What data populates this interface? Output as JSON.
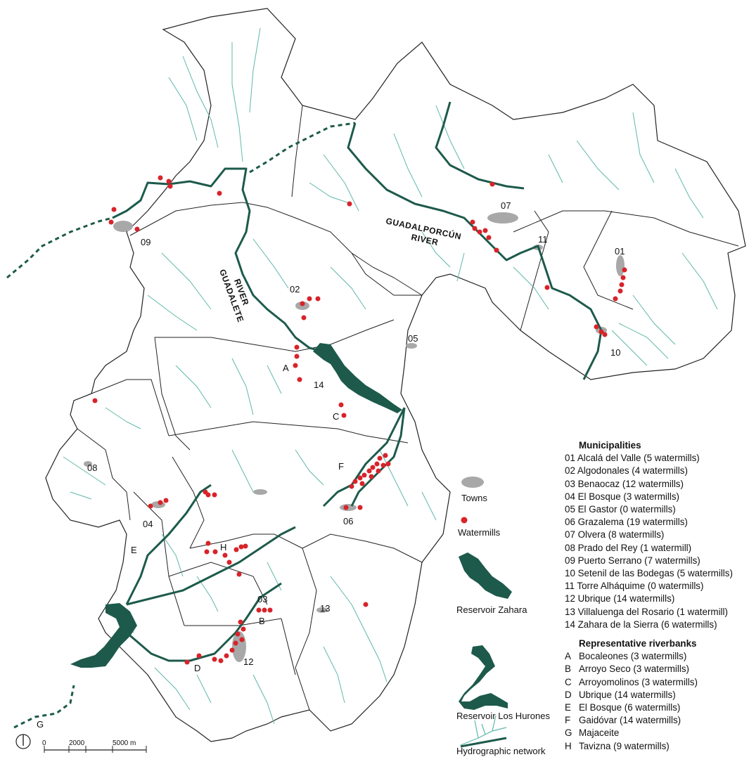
{
  "map": {
    "rivers": [
      {
        "id": "guadalporcun",
        "label_lines": [
          "GUADALPORCÚN",
          "RIVER"
        ]
      },
      {
        "id": "guadalete",
        "label_lines": [
          "GUADALETE",
          "RIVER"
        ]
      }
    ],
    "municipality_labels": [
      "09",
      "02",
      "07",
      "11",
      "01",
      "05",
      "10",
      "14",
      "08",
      "04",
      "06",
      "03",
      "13",
      "12"
    ],
    "riverbank_labels": [
      "A",
      "B",
      "C",
      "D",
      "E",
      "F",
      "G",
      "H"
    ],
    "colors": {
      "hydrography": "#5fb8aa",
      "main_river": "#1d5a4b",
      "reservoir": "#1d5a4b",
      "watermill": "#d8232a",
      "boundary": "#222222",
      "town": "#9a9a9a"
    },
    "scale_bar": {
      "ticks": [
        "0",
        "2000",
        "5000 m"
      ]
    },
    "north_arrow_icon": "north-arrow-icon"
  },
  "legend": {
    "symbols": {
      "towns": "Towns",
      "watermills": "Watermills",
      "reservoir_zahara": "Reservoir Zahara",
      "reservoir_los_hurones": "Reservoir Los Hurones",
      "hydrographic_network": "Hydrographic network"
    },
    "municipalities_title": "Municipalities",
    "municipalities": [
      "01 Alcalá del Valle (5 watermills)",
      "02 Algodonales (4 watermills)",
      "03 Benaocaz (12 watermills)",
      "04 El Bosque (3 watermills)",
      "05 El Gastor (0 watermills)",
      "06 Grazalema (19 watermills)",
      "07 Olvera (8 watermills)",
      "08 Prado del Rey (1 watermill)",
      "09 Puerto Serrano (7 watermills)",
      "10 Setenil de las Bodegas (5 watermills)",
      "11 Torre Alháquime (0 watermills)",
      "12 Ubrique (14 watermills)",
      "13 Villaluenga del Rosario (1 watermill)",
      "14 Zahara de la Sierra (6 watermills)"
    ],
    "riverbanks_title": "Representative riverbanks",
    "riverbanks": [
      {
        "code": "A",
        "text": "Bocaleones (3 watermills)"
      },
      {
        "code": "B",
        "text": "Arroyo Seco (3 watermills)"
      },
      {
        "code": "C",
        "text": "Arroyomolinos (3 watermills)"
      },
      {
        "code": "D",
        "text": "Ubrique (14 watermills)"
      },
      {
        "code": "E",
        "text": "El Bosque (6 watermills)"
      },
      {
        "code": "F",
        "text": "Gaidóvar (14 watermills)"
      },
      {
        "code": "G",
        "text": "Majaceite"
      },
      {
        "code": "H",
        "text": "Tavizna (9 watermills)"
      }
    ]
  }
}
